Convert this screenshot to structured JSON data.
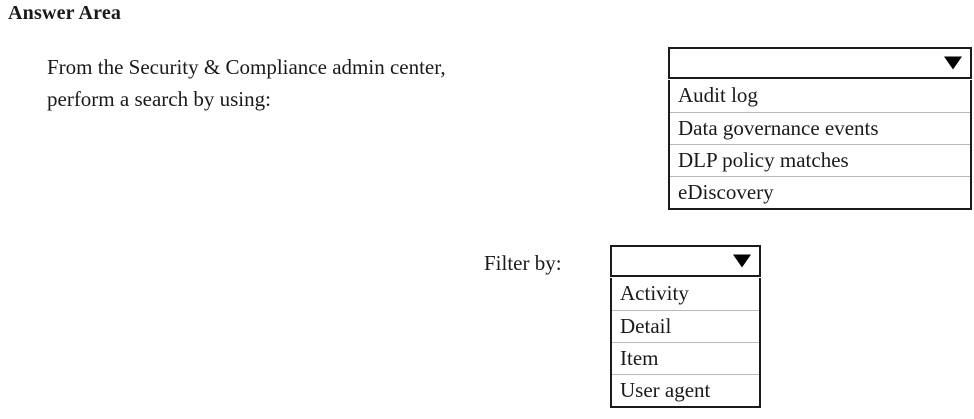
{
  "page": {
    "title": "Answer Area"
  },
  "question": {
    "prompt": "From the Security & Compliance admin center,\nperform a search by using:",
    "filter_label": "Filter by:"
  },
  "dropdowns": [
    {
      "name": "search-type",
      "selected": "",
      "arrow_icon": "chevron-down-icon",
      "options": [
        {
          "label": "Audit log"
        },
        {
          "label": "Data governance events"
        },
        {
          "label": "DLP policy matches"
        },
        {
          "label": "eDiscovery"
        }
      ]
    },
    {
      "name": "filter-by",
      "selected": "",
      "arrow_icon": "chevron-down-icon",
      "options": [
        {
          "label": "Activity"
        },
        {
          "label": "Detail"
        },
        {
          "label": "Item"
        },
        {
          "label": "User agent"
        }
      ]
    }
  ],
  "colors": {
    "background": "#ffffff",
    "text": "#1a1a1a",
    "border": "#1b1b1b",
    "row_divider": "#b9b9b9",
    "arrow": "#000000"
  }
}
